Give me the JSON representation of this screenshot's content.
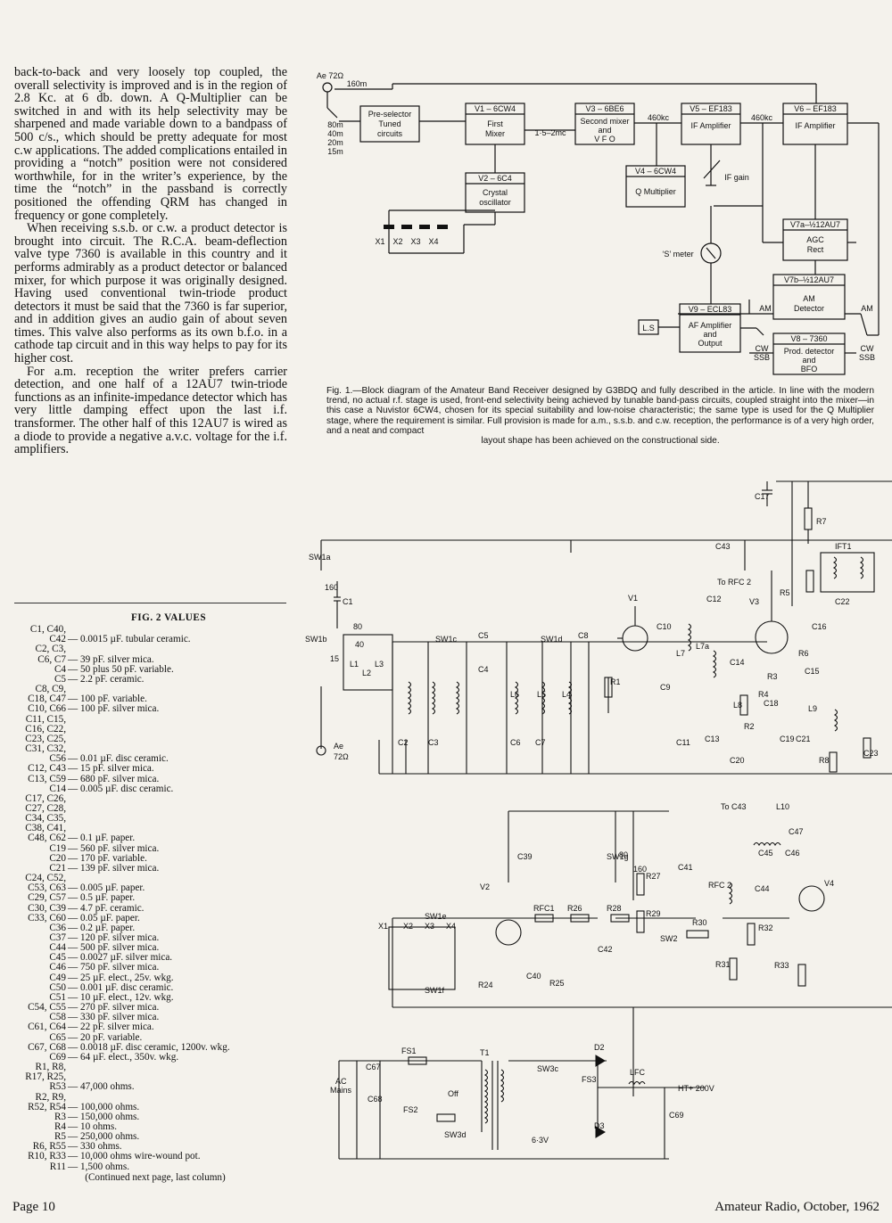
{
  "body_paragraphs": [
    "back-to-back and very loosely top coupled, the overall selectivity is improved and is in the region of 2.8 Kc. at 6 db. down. A Q-Multiplier can be switched in and with its help selectivity may be sharpened and made variable down to a bandpass of 500 c/s., which should be pretty adequate for most c.w applications. The added complications entailed in providing a “notch” position were not considered worthwhile, for in the writer’s experience, by the time the “notch” in the passband is correctly positioned the offending QRM has changed in frequency or gone completely.",
    "When receiving s.s.b. or c.w. a product detector is brought into circuit. The R.C.A. beam-deflection valve type 7360 is available in this country and it performs admirably as a product detector or balanced mixer, for which purpose it was originally designed. Having used conventional twin-triode product detectors it must be said that the 7360 is far superior, and in addition gives an audio gain of about seven times. This valve also performs as its own b.f.o. in a cathode tap circuit and in this way helps to pay for its higher cost.",
    "For a.m. reception the writer prefers carrier detection, and one half of a 12AU7 twin-triode functions as an infinite-impedance detector which has very little damping effect upon the last i.f. transformer. The other half of this 12AU7 is wired as a diode to provide a negative a.v.c. voltage for the i.f. amplifiers."
  ],
  "values": {
    "heading": "FIG. 2 VALUES",
    "rows": [
      {
        "k": "C1, C40,",
        "v": ""
      },
      {
        "k": "C42",
        "v": "— 0.0015 µF. tubular ceramic."
      },
      {
        "k": "C2, C3,",
        "v": ""
      },
      {
        "k": "C6, C7",
        "v": "— 39 pF. silver mica."
      },
      {
        "k": "C4",
        "v": "— 50 plus 50 pF. variable."
      },
      {
        "k": "C5",
        "v": "— 2.2 pF. ceramic."
      },
      {
        "k": "C8, C9,",
        "v": ""
      },
      {
        "k": "C18, C47",
        "v": "— 100 pF. variable."
      },
      {
        "k": "C10, C66",
        "v": "— 100 pF. silver mica."
      },
      {
        "k": "C11, C15,",
        "v": ""
      },
      {
        "k": "C16, C22,",
        "v": ""
      },
      {
        "k": "C23, C25,",
        "v": ""
      },
      {
        "k": "C31, C32,",
        "v": ""
      },
      {
        "k": "C56",
        "v": "— 0.01 µF. disc ceramic."
      },
      {
        "k": "C12, C43",
        "v": "— 15 pF. silver mica."
      },
      {
        "k": "C13, C59",
        "v": "— 680 pF. silver mica."
      },
      {
        "k": "C14",
        "v": "— 0.005 µF. disc ceramic."
      },
      {
        "k": "C17, C26,",
        "v": ""
      },
      {
        "k": "C27, C28,",
        "v": ""
      },
      {
        "k": "C34, C35,",
        "v": ""
      },
      {
        "k": "C38, C41,",
        "v": ""
      },
      {
        "k": "C48, C62",
        "v": "— 0.1 µF. paper."
      },
      {
        "k": "C19",
        "v": "— 560 pF. silver mica."
      },
      {
        "k": "C20",
        "v": "— 170 pF. variable."
      },
      {
        "k": "C21",
        "v": "— 139 pF. silver mica."
      },
      {
        "k": "C24, C52,",
        "v": ""
      },
      {
        "k": "C53, C63",
        "v": "— 0.005 µF. paper."
      },
      {
        "k": "C29, C57",
        "v": "— 0.5 µF. paper."
      },
      {
        "k": "C30, C39",
        "v": "— 4.7 pF. ceramic."
      },
      {
        "k": "C33, C60",
        "v": "— 0.05 µF. paper."
      },
      {
        "k": "C36",
        "v": "— 0.2 µF. paper."
      },
      {
        "k": "C37",
        "v": "— 120 pF. silver mica."
      },
      {
        "k": "C44",
        "v": "— 500 pF. silver mica."
      },
      {
        "k": "C45",
        "v": "— 0.0027 µF. silver mica."
      },
      {
        "k": "C46",
        "v": "— 750 pF. silver mica."
      },
      {
        "k": "C49",
        "v": "— 25 µF. elect., 25v. wkg."
      },
      {
        "k": "C50",
        "v": "— 0.001 µF. disc ceramic."
      },
      {
        "k": "C51",
        "v": "— 10 µF. elect., 12v. wkg."
      },
      {
        "k": "C54, C55",
        "v": "— 270 pF. silver mica."
      },
      {
        "k": "C58",
        "v": "— 330 pF. silver mica."
      },
      {
        "k": "C61, C64",
        "v": "— 22 pF. silver mica."
      },
      {
        "k": "C65",
        "v": "— 20 pF. variable."
      },
      {
        "k": "C67, C68",
        "v": "— 0.0018 µF. disc ceramic, 1200v. wkg."
      },
      {
        "k": "C69",
        "v": "— 64 µF. elect., 350v. wkg."
      },
      {
        "k": "R1, R8,",
        "v": ""
      },
      {
        "k": "R17, R25,",
        "v": ""
      },
      {
        "k": "R53",
        "v": "— 47,000 ohms."
      },
      {
        "k": "R2, R9,",
        "v": ""
      },
      {
        "k": "R52, R54",
        "v": "— 100,000 ohms."
      },
      {
        "k": "R3",
        "v": "— 150,000 ohms."
      },
      {
        "k": "R4",
        "v": "— 10 ohms."
      },
      {
        "k": "R5",
        "v": "— 250,000 ohms."
      },
      {
        "k": "R6, R55",
        "v": "— 330 ohms."
      },
      {
        "k": "R10, R33",
        "v": "— 10,000 ohms wire-wound pot."
      },
      {
        "k": "R11",
        "v": "— 1,500 ohms."
      }
    ],
    "continued": "(Continued next page, last column)"
  },
  "caption": {
    "main": "Fig. 1.—Block diagram of the Amateur Band Receiver designed by G3BDQ and fully described in the article. In line with the modern trend, no actual r.f. stage is used, front-end selectivity being achieved by tunable band-pass circuits, coupled straight into the mixer—in this case a Nuvistor 6CW4, chosen for its special suitability and low-noise characteristic; the same type is used for the Q Multiplier stage, where the requirement is similar. Full provision is made for a.m., s.s.b. and c.w. reception, the performance is of a very high order, and a neat and compact",
    "last": "layout shape has been achieved on the constructional side."
  },
  "block_diagram": {
    "ae": "Ae 72Ω",
    "band160": "160m",
    "bands": [
      "80m",
      "40m",
      "20m",
      "15m"
    ],
    "preselector": [
      "Pre-selector",
      "Tuned",
      "circuits"
    ],
    "v1": {
      "hdr": "V1 – 6CW4",
      "body": [
        "First",
        "Mixer"
      ]
    },
    "v2": {
      "hdr": "V2 – 6C4",
      "body": [
        "Crystal",
        "oscillator"
      ]
    },
    "if1": "1·5–2mc",
    "v3": {
      "hdr": "V3 – 6BE6",
      "body": [
        "Second mixer",
        "and",
        "V F O"
      ]
    },
    "f460a": "460kc",
    "f460b": "460kc",
    "v4": {
      "hdr": "V4 – 6CW4",
      "body": [
        "Q Multiplier"
      ]
    },
    "v5": {
      "hdr": "V5 – EF183",
      "body": [
        "IF Amplifier"
      ]
    },
    "ifgain": "IF gain",
    "v6": {
      "hdr": "V6 – EF183",
      "body": [
        "IF Amplifier"
      ]
    },
    "v7a": {
      "hdr": "V7a–½12AU7",
      "body": [
        "AGC",
        "Rect"
      ]
    },
    "v7b": {
      "hdr": "V7b–½12AU7",
      "body": [
        "AM",
        "Detector"
      ]
    },
    "v8": {
      "hdr": "V8 – 7360",
      "body": [
        "Prod. detector",
        "and",
        "BFO"
      ]
    },
    "v9": {
      "hdr": "V9 – ECL83",
      "body": [
        "AF Amplifier",
        "and",
        "Output"
      ]
    },
    "smeter": "‘S’ meter",
    "ls": "L.S",
    "am": "AM",
    "cw": "CW",
    "ssb": "SSB",
    "xtals": [
      "X1",
      "X2",
      "X3",
      "X4"
    ]
  },
  "schematic": {
    "labels": {
      "C17": "C17",
      "R7": "R7",
      "C43": "C43",
      "toRFC2": "To RFC 2",
      "IFT1": "IFT1",
      "SW1a": "SW1a",
      "SW1b": "SW1b",
      "SW1c": "SW1c",
      "SW1d": "SW1d",
      "SW1e": "SW1e",
      "SW1f": "SW1f",
      "SW1g": "SW1g",
      "sw160a": "160",
      "sw80a": "80",
      "sw15": "15",
      "sw40": "40",
      "sw80b": "80",
      "sw160b": "160",
      "C1": "C1",
      "C5": "C5",
      "C8": "C8",
      "C12": "C12",
      "R5": "R5",
      "C22": "C22",
      "C16": "C16",
      "V1": "V1",
      "V2": "V2",
      "V3": "V3",
      "V4": "V4",
      "C10": "C10",
      "L7": "L7",
      "L7a": "L7a",
      "C14": "C14",
      "R6": "R6",
      "R3": "R3",
      "C15": "C15",
      "R4": "R4",
      "C18": "C18",
      "L9": "L9",
      "R2": "R2",
      "L8": "L8",
      "C19": "C19",
      "C21": "C21",
      "C20": "C20",
      "R8": "R8",
      "C23": "C23",
      "C11": "C11",
      "C13": "C13",
      "C4": "C4",
      "C9": "C9",
      "L1": "L1",
      "L2": "L2",
      "L3": "L3",
      "L4": "L4",
      "L5": "L5",
      "L6": "L6",
      "C2": "C2",
      "C3": "C3",
      "C6": "C6",
      "C7": "C7",
      "R1": "R1",
      "AeLow": "Ae",
      "AeOhm": "72Ω",
      "toC43": "To C43",
      "L10": "L10",
      "C47": "C47",
      "C45": "C45",
      "C46": "C46",
      "C44": "C44",
      "C39": "C39",
      "C41": "C41",
      "RFC1": "RFC1",
      "R26": "R26",
      "R28": "R28",
      "R27": "R27",
      "RFC2": "RFC 2",
      "R29": "R29",
      "R30": "R30",
      "SW2": "SW2",
      "R32": "R32",
      "R31": "R31",
      "R33": "R33",
      "C42": "C42",
      "R24": "R24",
      "C40": "C40",
      "R25": "R25",
      "X1": "X1",
      "X2": "X2",
      "X3": "X3",
      "X4": "X4",
      "FS1": "FS1",
      "FS2": "FS2",
      "FS3": "FS3",
      "C67": "C67",
      "C68": "C68",
      "AC": "AC",
      "Mains": "Mains",
      "T1": "T1",
      "D2": "D2",
      "D3": "D3",
      "LFC": "LFC",
      "HT": "HT+ 200V",
      "C69": "C69",
      "SW3c": "SW3c",
      "SW3d": "SW3d",
      "Off": "Off",
      "v63": "6·3V"
    }
  },
  "footer": {
    "page": "Page 10",
    "magazine": "Amateur Radio, October, 1962"
  }
}
